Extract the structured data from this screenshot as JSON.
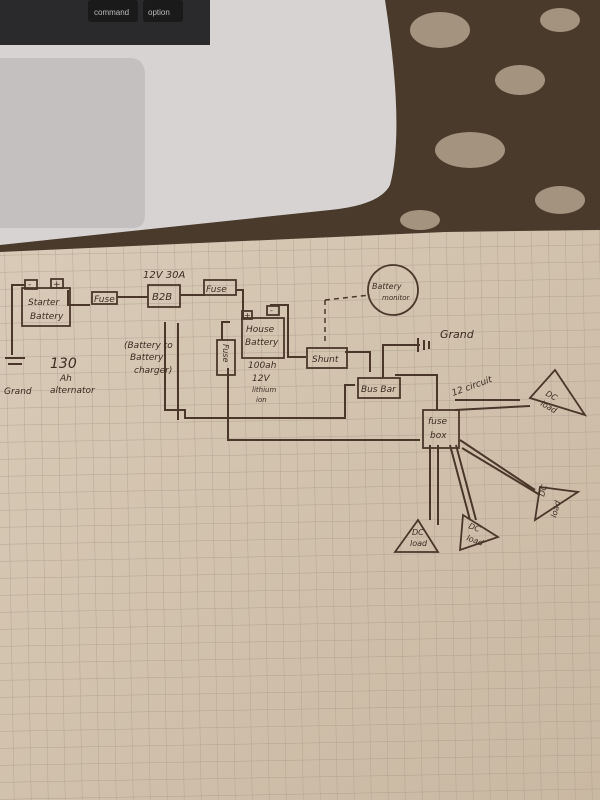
{
  "laptop": {
    "keys": [
      "command",
      "option"
    ]
  },
  "diagram": {
    "starter_battery": {
      "label_line1": "Starter",
      "label_line2": "Battery",
      "neg": "-",
      "pos": "+"
    },
    "fuse1": "Fuse",
    "b2b": {
      "label": "B2B",
      "rating": "12V 30A",
      "note_line1": "(Battery to",
      "note_line2": "Battery",
      "note_line3": "charger)"
    },
    "fuse2": "Fuse",
    "house_battery": {
      "label_line1": "House",
      "label_line2": "Battery",
      "neg": "-",
      "pos": "+",
      "spec_line1": "100ah",
      "spec_line2": "12V",
      "spec_line3": "lithium",
      "spec_line4": "ion"
    },
    "fuse3": "Fuse",
    "alternator": {
      "line1": "130",
      "line2": "Ah",
      "line3": "alternator"
    },
    "ground_left": "Grand",
    "battery_monitor": {
      "line1": "Battery",
      "line2": "monitor"
    },
    "shunt": "Shunt",
    "ground_right": "Grand",
    "bus_bar": "Bus Bar",
    "circuit_note": "12 circuit",
    "fuse_box": {
      "line1": "fuse",
      "line2": "box"
    },
    "dc_loads": [
      {
        "line1": "DC",
        "line2": "load"
      },
      {
        "line1": "DC",
        "line2": "load"
      },
      {
        "line1": "DC",
        "line2": "load"
      },
      {
        "line1": "DC",
        "line2": "load"
      }
    ]
  }
}
